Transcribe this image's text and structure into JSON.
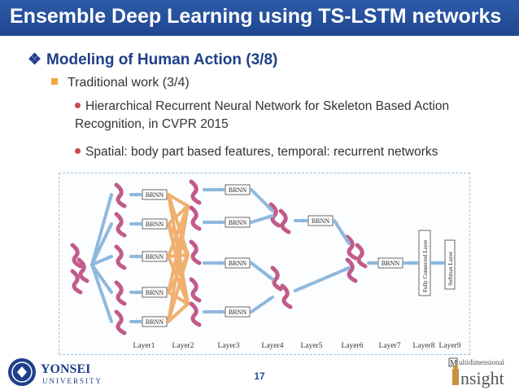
{
  "slide": {
    "title": "Ensemble Deep Learning using TS-LSTM networks",
    "heading": "Modeling of Human Action (3/8)",
    "heading_marker": "❖",
    "subheading": "Traditional work (3/4)",
    "bullets": [
      "Hierarchical Recurrent Neural Network for Skeleton Based Action Recognition, in CVPR 2015",
      "Spatial: body part based features, temporal: recurrent networks"
    ],
    "page_number": "17"
  },
  "diagram": {
    "brnn_label": "BRNN",
    "fc_label": "Fully Connected Layer",
    "softmax_label": "Softmax Layer",
    "layer_labels": [
      "Layer1",
      "Layer2",
      "Layer3",
      "Layer4",
      "Layer5",
      "Layer6",
      "Layer7",
      "Layer8",
      "Layer9"
    ]
  },
  "logos": {
    "left_name": "YONSEI",
    "left_sub": "UNIVERSITY",
    "right_top": "ultidimensional",
    "right_main": "nsight"
  },
  "colors": {
    "title_bar": "#2d5aa8",
    "heading": "#1f3f8a",
    "square_bullet": "#f0a840",
    "dot_bullet": "#c84a4a",
    "limb": "#c25a8a",
    "arrow_blue": "#8fb8dd",
    "arrow_orange": "#f0b070"
  }
}
